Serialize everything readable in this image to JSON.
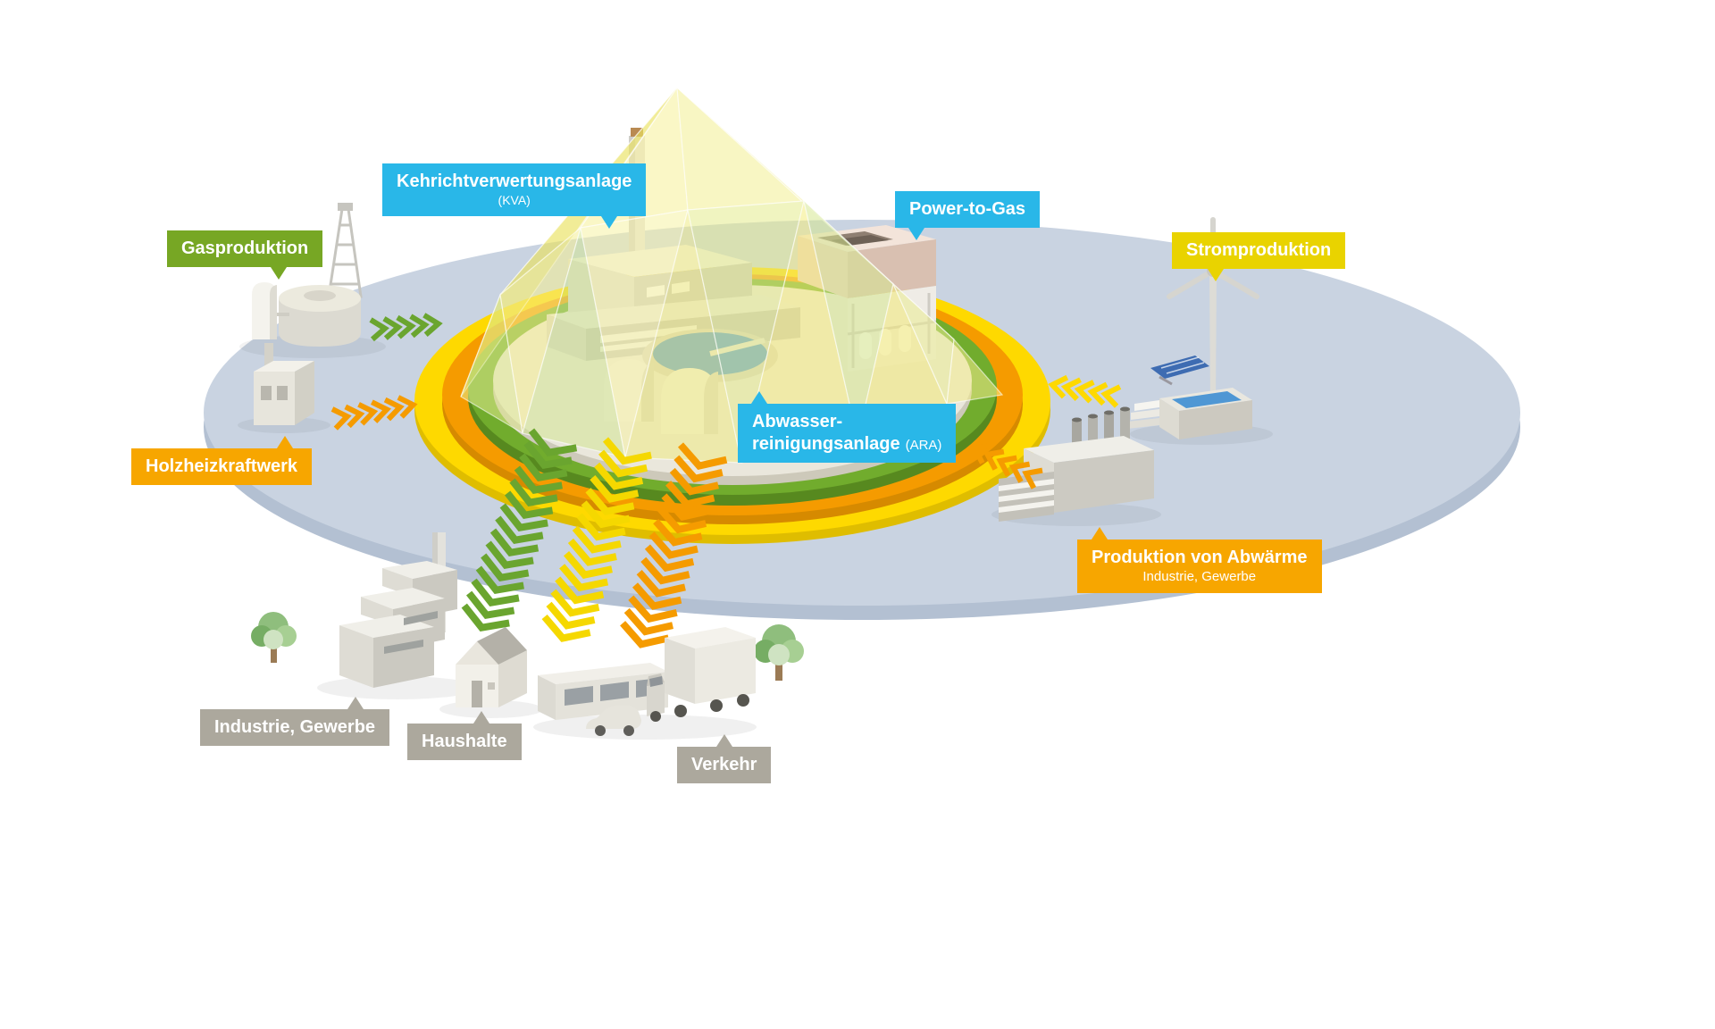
{
  "labels": {
    "kva": {
      "title": "Kehrichtverwertungsanlage",
      "subtitle": "(KVA)",
      "color": "#29b7e8"
    },
    "power_to_gas": {
      "title": "Power-to-Gas",
      "color": "#29b7e8"
    },
    "ara": {
      "line1": "Abwasser-",
      "line2": "reinigungsanlage",
      "line2_suffix": "(ARA)",
      "color": "#29b7e8"
    },
    "gasproduktion": {
      "title": "Gasproduktion",
      "color": "#77a724"
    },
    "holzheizkraftwerk": {
      "title": "Holzheizkraftwerk",
      "color": "#f7a600"
    },
    "stromproduktion": {
      "title": "Stromproduktion",
      "color": "#e9d300"
    },
    "abwaerme": {
      "title": "Produktion von Abwärme",
      "subtitle": "Industrie, Gewerbe",
      "color": "#f7a600"
    },
    "industrie": {
      "title": "Industrie, Gewerbe",
      "color": "#aca89d"
    },
    "haushalte": {
      "title": "Haushalte",
      "color": "#aca89d"
    },
    "verkehr": {
      "title": "Verkehr",
      "color": "#aca89d"
    }
  },
  "colors": {
    "ring_yellow": "#fed900",
    "ring_orange": "#f59b00",
    "ring_green": "#71ac2d",
    "platform": "#c9d3e1",
    "inner_platform": "#eae7dc",
    "water": "#4f97d4",
    "arrow_green": "#6aa52f",
    "arrow_yellow": "#f5d800",
    "arrow_orange": "#f59b00",
    "dome_yellow": "#f3ea70"
  },
  "illustrations": [
    "waste-incineration-plant",
    "power-to-gas-plant",
    "wastewater-treatment-plant",
    "gas-production-site",
    "wood-chp-plant",
    "wind-turbine-and-solar",
    "waste-heat-factory",
    "industry-buildings",
    "residential-house",
    "tram-car-truck",
    "trees",
    "energy-dome",
    "energy-rings"
  ]
}
